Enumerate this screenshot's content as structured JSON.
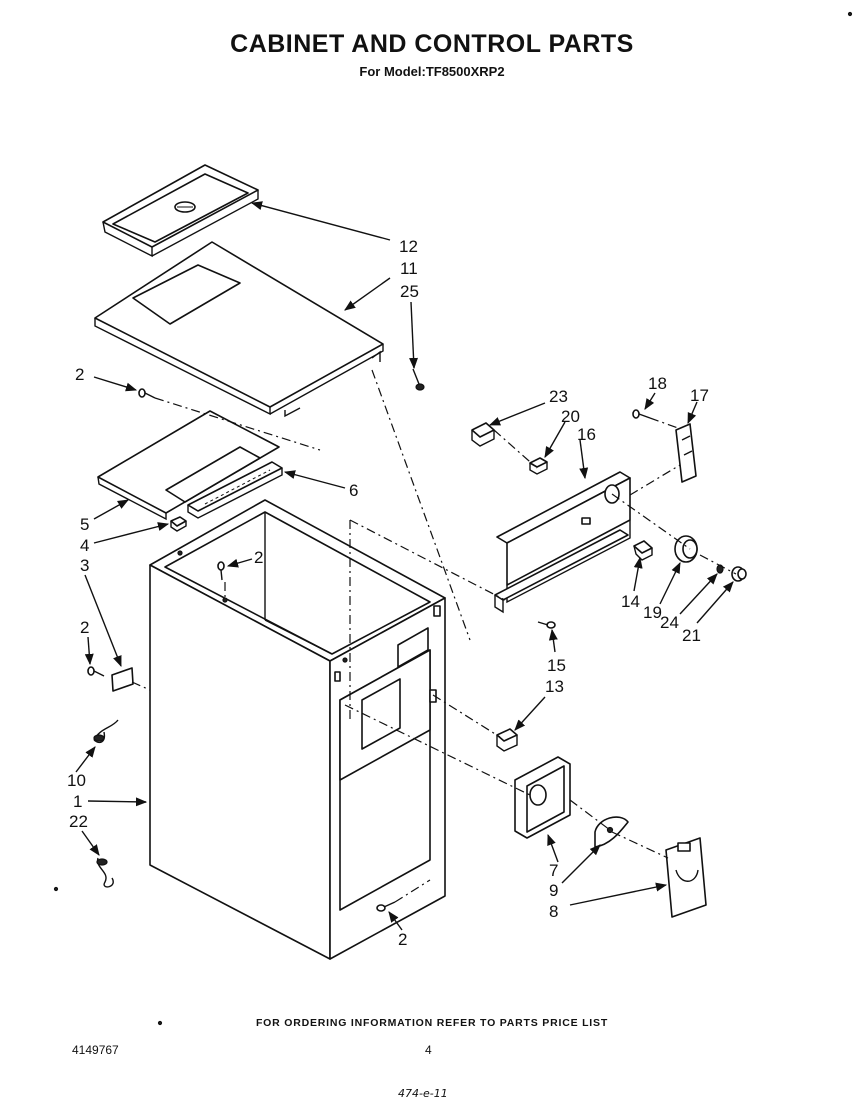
{
  "header": {
    "title": "CABINET AND CONTROL PARTS",
    "subtitle": "For Model:TF8500XRP2"
  },
  "callouts": [
    "12",
    "11",
    "25",
    "2",
    "23",
    "20",
    "16",
    "18",
    "17",
    "6",
    "5",
    "4",
    "3",
    "2",
    "14",
    "19",
    "24",
    "21",
    "15",
    "13",
    "2",
    "10",
    "1",
    "22",
    "7",
    "9",
    "8",
    "2"
  ],
  "footer": {
    "ordering_note": "FOR ORDERING INFORMATION REFER TO PARTS PRICE LIST",
    "doc_number": "4149767",
    "page_number": "4",
    "handwritten_note": "474-e-11"
  }
}
